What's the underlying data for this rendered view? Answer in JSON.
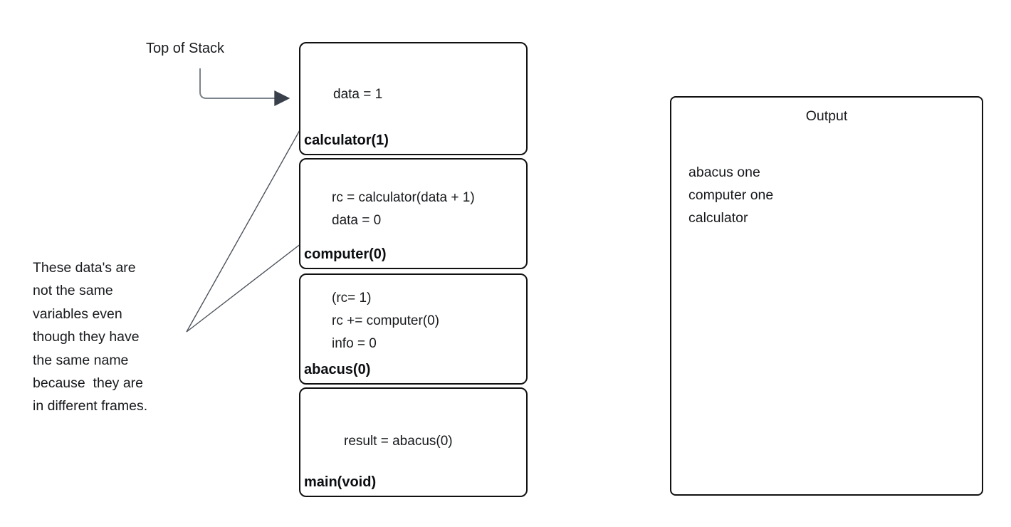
{
  "labels": {
    "top_of_stack": "Top of Stack"
  },
  "annotation": {
    "lines": [
      "These data's are",
      "not the same",
      "variables even",
      "though they have",
      "the same name",
      "because  they are",
      "in different frames."
    ]
  },
  "stack": {
    "frames": [
      {
        "label": "calculator(1)",
        "lines": [
          "data = 1"
        ]
      },
      {
        "label": "computer(0)",
        "lines": [
          "rc = calculator(data + 1)",
          "data = 0"
        ]
      },
      {
        "label": "abacus(0)",
        "lines": [
          "(rc= 1)",
          "rc += computer(0)",
          "info = 0"
        ]
      },
      {
        "label": "main(void)",
        "lines": [
          "result = abacus(0)"
        ]
      }
    ]
  },
  "output": {
    "title": "Output",
    "lines": [
      "abacus one",
      "computer one",
      "calculator"
    ]
  },
  "icons": {
    "top_of_stack_arrow": "elbow-right-arrow",
    "annotation_arrows": "straight-up-right-arrow"
  },
  "colors": {
    "background": "#ffffff",
    "box_border": "#111111",
    "text": "#17191c",
    "elbow_line": "#7b838c",
    "thin_line": "#4d535c",
    "arrowhead": "#39404b"
  }
}
